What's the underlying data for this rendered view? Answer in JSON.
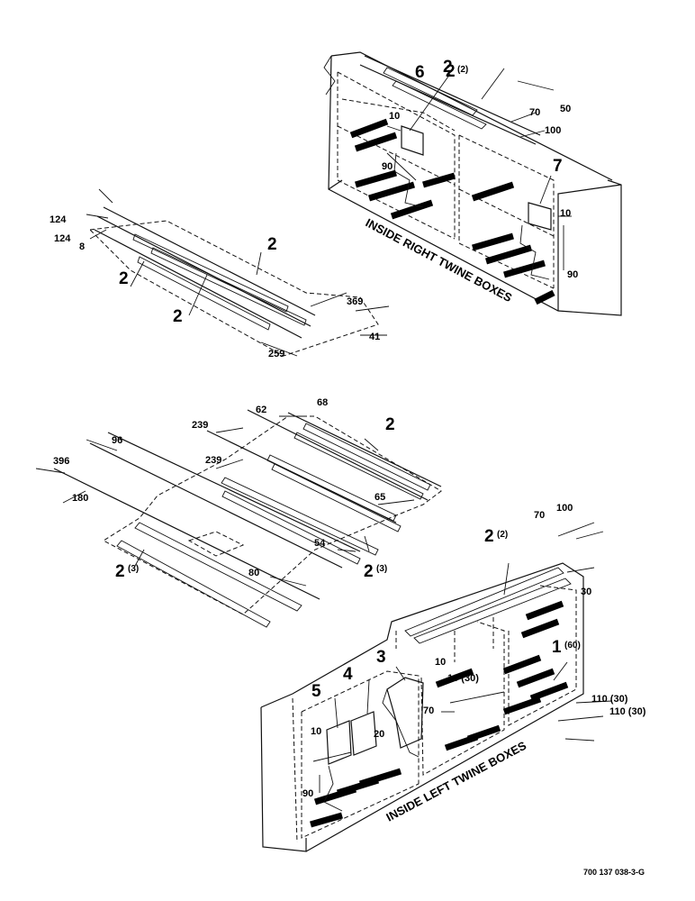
{
  "views": {
    "right_boxes": {
      "title": "INSIDE RIGHT TWINE BOXES",
      "callouts": {
        "c2": "2",
        "c2_qty": "(2)",
        "c6": "6",
        "c7": "7"
      },
      "dims": {
        "d50": "50",
        "d70": "70",
        "d100": "100",
        "d10a": "10",
        "d90a": "90",
        "d10b": "10",
        "d90b": "90"
      }
    },
    "top_panel": {
      "callouts": {
        "c2a": "2",
        "c2b": "2",
        "c2c": "2"
      },
      "dims": {
        "d124a": "124",
        "d124b": "124",
        "d8": "8",
        "d369": "369",
        "d41": "41",
        "d259": "259"
      }
    },
    "middle_panel": {
      "callouts": {
        "c2a": "2",
        "c2b": "2",
        "c2b_qty": "(3)",
        "c2c": "2",
        "c2c_qty": "(3)"
      },
      "dims": {
        "d68": "68",
        "d62": "62",
        "d239a": "239",
        "d96": "96",
        "d396": "396",
        "d239b": "239",
        "d180": "180",
        "d65": "65",
        "d54": "54",
        "d80": "80"
      }
    },
    "left_boxes": {
      "title": "INSIDE LEFT TWINE BOXES",
      "callouts": {
        "c2": "2",
        "c2_qty": "(2)",
        "c1": "1",
        "c1_qty": "(60)",
        "c3": "3",
        "c4": "4",
        "c5": "5"
      },
      "dims": {
        "d100": "100",
        "d70a": "70",
        "d30": "30",
        "d10a": "10",
        "d10_30": "10 (30)",
        "d110_30a": "110 (30)",
        "d110_30b": "110 (30)",
        "d70b": "70",
        "d20": "20",
        "d10b": "10",
        "d90": "90"
      }
    }
  },
  "drawing_number": "700 137 038-3-G"
}
